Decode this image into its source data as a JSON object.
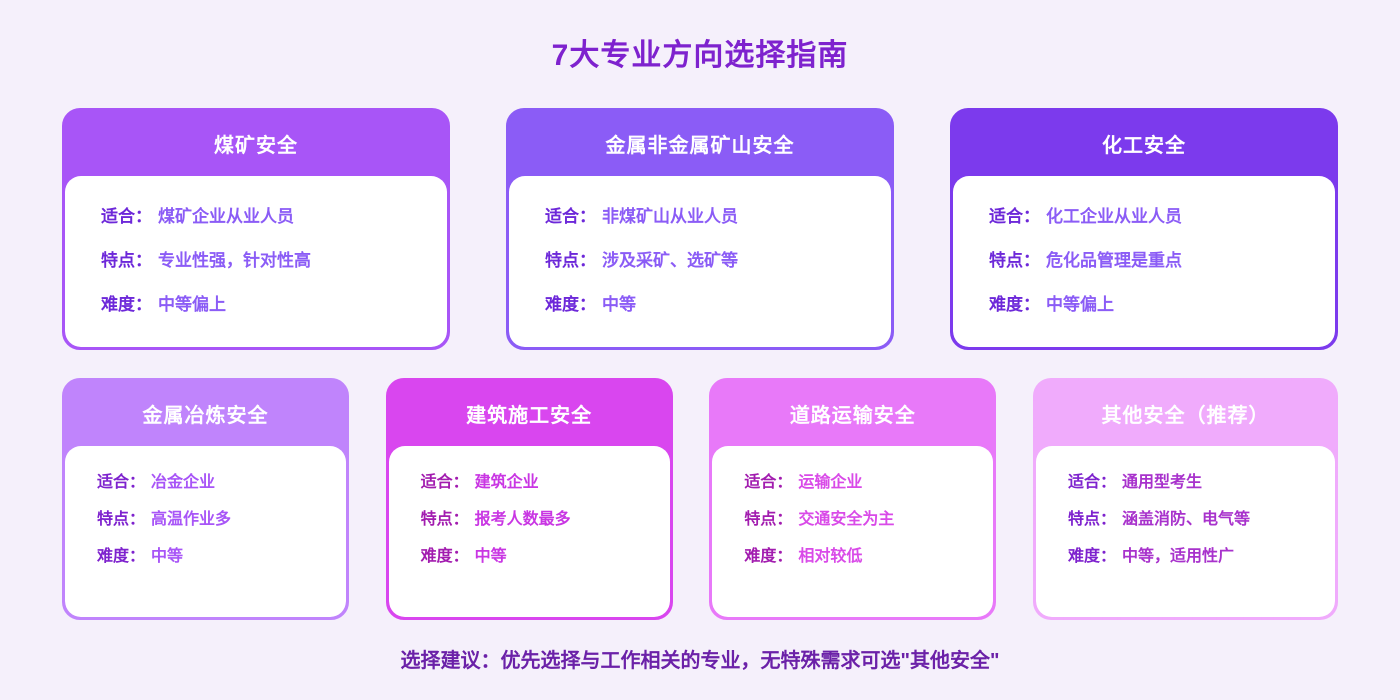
{
  "page": {
    "title": "7大专业方向选择指南",
    "advice": "选择建议：优先选择与工作相关的专业，无特殊需求可选\"其他安全\"",
    "colors": {
      "bg": "#f5f0fb",
      "title-color": "#7e22ce",
      "advice-color": "#6b21a8"
    }
  },
  "field_labels": {
    "suitable": "适合：",
    "feature": "特点：",
    "difficulty": "难度："
  },
  "cards": [
    {
      "title": "煤矿安全",
      "suitable": "煤矿企业从业人员",
      "feature": "专业性强，针对性高",
      "difficulty": "中等偏上",
      "border_style": "solid",
      "colors": {
        "header": "#a855f7",
        "label": "#6d28d9",
        "value": "#8b5cf6"
      }
    },
    {
      "title": "金属非金属矿山安全",
      "suitable": "非煤矿山从业人员",
      "feature": "涉及采矿、选矿等",
      "difficulty": "中等",
      "border_style": "solid",
      "colors": {
        "header": "#8b5cf6",
        "label": "#6d28d9",
        "value": "#8b5cf6"
      }
    },
    {
      "title": "化工安全",
      "suitable": "化工企业从业人员",
      "feature": "危化品管理是重点",
      "difficulty": "中等偏上",
      "border_style": "solid",
      "colors": {
        "header": "#7c3aed",
        "label": "#6d28d9",
        "value": "#8b5cf6"
      }
    },
    {
      "title": "金属冶炼安全",
      "suitable": "冶金企业",
      "feature": "高温作业多",
      "difficulty": "中等",
      "border_style": "solid",
      "colors": {
        "header": "#c084fc",
        "label": "#7e22ce",
        "value": "#a855f7"
      }
    },
    {
      "title": "建筑施工安全",
      "suitable": "建筑企业",
      "feature": "报考人数最多",
      "difficulty": "中等",
      "border_style": "solid",
      "colors": {
        "header": "#d946ef",
        "label": "#a21caf",
        "value": "#c936e3"
      }
    },
    {
      "title": "道路运输安全",
      "suitable": "运输企业",
      "feature": "交通安全为主",
      "difficulty": "相对较低",
      "border_style": "solid",
      "colors": {
        "header": "#e879f9",
        "label": "#a21caf",
        "value": "#d94ae8"
      }
    },
    {
      "title": "其他安全（推荐）",
      "suitable": "通用型考生",
      "feature": "涵盖消防、电气等",
      "difficulty": "中等，适用性广",
      "border_style": "dashed",
      "colors": {
        "header": "#f0abfc",
        "label": "#7e22ce",
        "value": "#a832cc"
      }
    }
  ]
}
